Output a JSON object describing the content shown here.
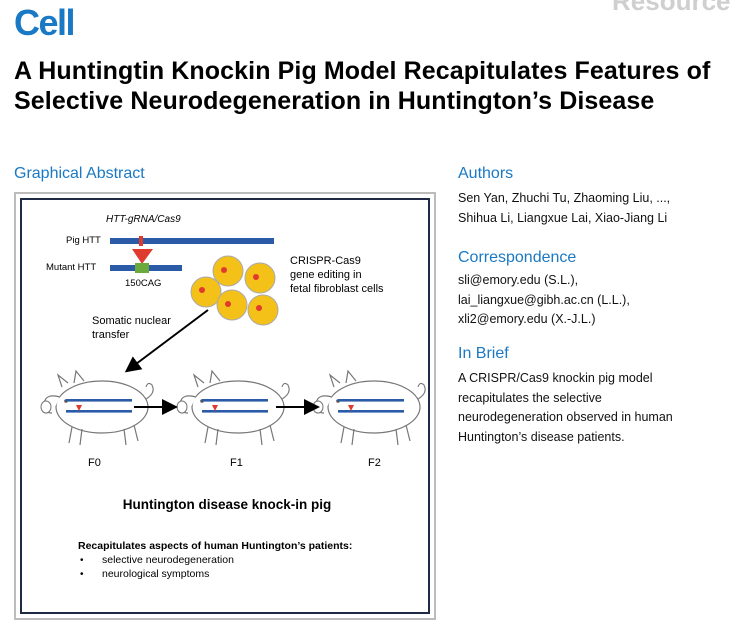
{
  "journal": {
    "name": "Cell",
    "article_type": "Resource"
  },
  "title": "A Huntingtin Knockin Pig Model Recapitulates Features of Selective Neurodegeneration in Huntington’s Disease",
  "graphical_abstract": {
    "heading": "Graphical Abstract",
    "grna_label": "HTT-gRNA/Cas9",
    "pig_htt_label": "Pig HTT",
    "mutant_htt_label": "Mutant HTT",
    "cag_label": "150CAG",
    "crispr_label_lines": [
      "CRISPR-Cas9",
      "gene editing in",
      "fetal fibroblast cells"
    ],
    "transfer_label_lines": [
      "Somatic nuclear",
      "transfer"
    ],
    "generations": [
      "F0",
      "F1",
      "F2"
    ],
    "caption": "Huntington disease knock-in pig",
    "recap_heading": "Recapitulates aspects of human Huntington’s patients:",
    "recap_items": [
      "selective neurodegeneration",
      "neurological symptoms"
    ],
    "colors": {
      "bar_blue": "#2b5aa6",
      "red": "#e03a2e",
      "green": "#6aaa3c",
      "cell_yellow": "#f4c118"
    }
  },
  "authors": {
    "heading": "Authors",
    "lines": [
      "Sen Yan, Zhuchi Tu, Zhaoming Liu, ...,",
      "Shihua Li, Liangxue Lai, Xiao-Jiang Li"
    ]
  },
  "correspondence": {
    "heading": "Correspondence",
    "lines": [
      "sli@emory.edu (S.L.),",
      "lai_liangxue@gibh.ac.cn (L.L.),",
      "xli2@emory.edu (X.-J.L.)"
    ]
  },
  "in_brief": {
    "heading": "In Brief",
    "lines": [
      "A CRISPR/Cas9 knockin pig model",
      "recapitulates the selective",
      "neurodegeneration observed in human",
      "Huntington’s disease patients."
    ]
  }
}
